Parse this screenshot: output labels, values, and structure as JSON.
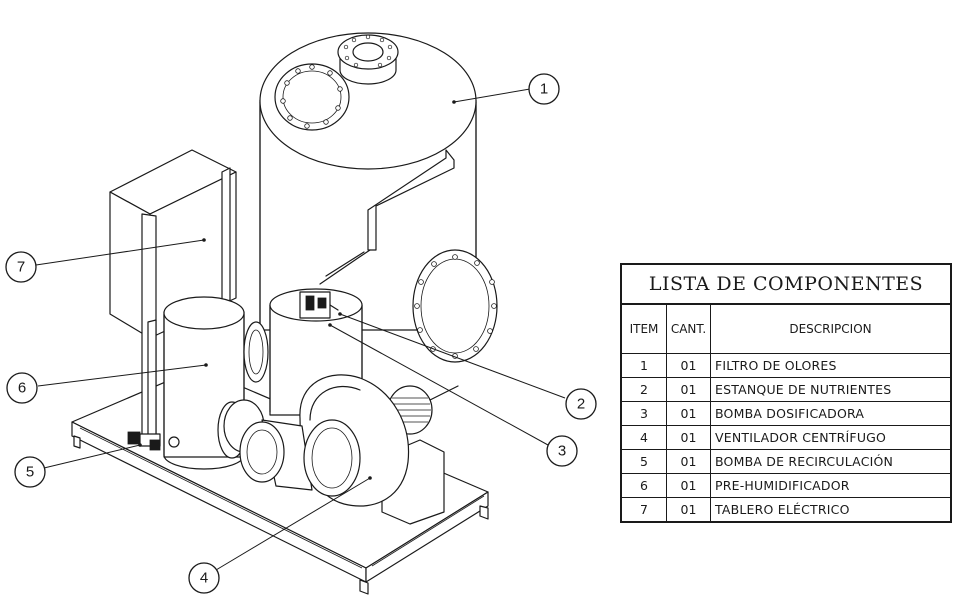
{
  "callouts": [
    "1",
    "2",
    "3",
    "4",
    "5",
    "6",
    "7"
  ],
  "table": {
    "title": "LISTA DE COMPONENTES",
    "headers": {
      "item": "ITEM",
      "cant": "CANT.",
      "descripcion": "DESCRIPCION"
    },
    "rows": [
      {
        "item": "1",
        "cant": "01",
        "descripcion": "FILTRO DE OLORES"
      },
      {
        "item": "2",
        "cant": "01",
        "descripcion": "ESTANQUE DE NUTRIENTES"
      },
      {
        "item": "3",
        "cant": "01",
        "descripcion": "BOMBA DOSIFICADORA"
      },
      {
        "item": "4",
        "cant": "01",
        "descripcion": "VENTILADOR CENTRÍFUGO"
      },
      {
        "item": "5",
        "cant": "01",
        "descripcion": "BOMBA DE RECIRCULACIÓN"
      },
      {
        "item": "6",
        "cant": "01",
        "descripcion": "PRE-HUMIDIFICADOR"
      },
      {
        "item": "7",
        "cant": "01",
        "descripcion": "TABLERO ELÉCTRICO"
      }
    ]
  },
  "colors": {
    "line": "#1a1a1a",
    "background": "#ffffff"
  }
}
